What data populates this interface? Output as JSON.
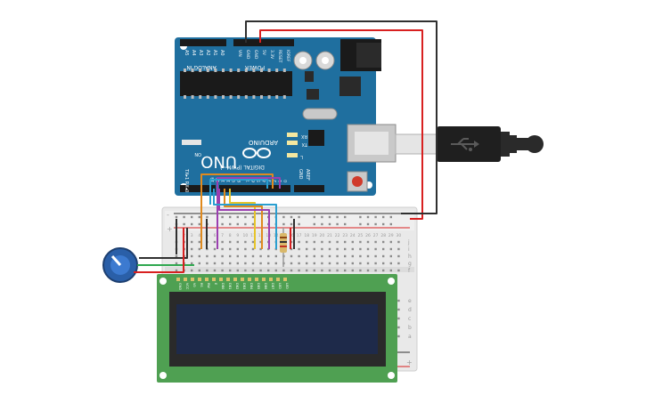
{
  "arduino": {
    "uno_text": "UNO",
    "brand_text": "ARDUINO",
    "on_text": "ON",
    "tx_text": "TX",
    "rx_text": "RX",
    "l_text": "L",
    "analog_in_text": "ANALOG IN",
    "power_text": "POWER",
    "digital_text": "DIGITAL (PWM~)",
    "aref_text": "AREF",
    "gnd_text": "GND",
    "analog_pins": [
      "A5",
      "A4",
      "A3",
      "A2",
      "A1",
      "A0"
    ],
    "power_pins": [
      "VIN",
      "GND",
      "GND",
      "5V",
      "3.3V",
      "RESET",
      "IOREF"
    ],
    "digital_pins": [
      "0",
      "1",
      "2",
      "3",
      "4",
      "5",
      "6",
      "7",
      "8",
      "9",
      "10",
      "11",
      "12",
      "13"
    ],
    "tx_rx_text": "TX▸1  RX◂0"
  },
  "breadboard": {
    "rows": [
      "a",
      "b",
      "c",
      "d",
      "e",
      "f",
      "g",
      "h",
      "i",
      "j"
    ],
    "columns": [
      "1",
      "2",
      "3",
      "4",
      "5",
      "6",
      "7",
      "8",
      "9",
      "10",
      "11",
      "12",
      "13",
      "14",
      "15",
      "16",
      "17",
      "18",
      "19",
      "20",
      "21",
      "22",
      "23",
      "24",
      "25",
      "26",
      "27",
      "28",
      "29",
      "30"
    ],
    "rail_plus": "+",
    "rail_minus": "-"
  },
  "lcd": {
    "pins": [
      "GND",
      "VCC",
      "V0",
      "RS",
      "RW",
      "E",
      "DB0",
      "DB1",
      "DB2",
      "DB3",
      "DB4",
      "DB5",
      "DB6",
      "DB7",
      "LED",
      "LED"
    ]
  },
  "colors": {
    "arduino_blue": "#1f6f9f",
    "wire_red": "#d82020",
    "wire_black": "#303030",
    "wire_green": "#2fa84f",
    "wire_orange": "#e08a1e",
    "wire_yellow": "#e6c42a",
    "wire_purple": "#9b3fb0",
    "wire_blue": "#2a9fd0",
    "lcd_pcb": "#4fa052",
    "lcd_screen": "#1e2a4a",
    "pot_blue": "#2a5fa8"
  }
}
